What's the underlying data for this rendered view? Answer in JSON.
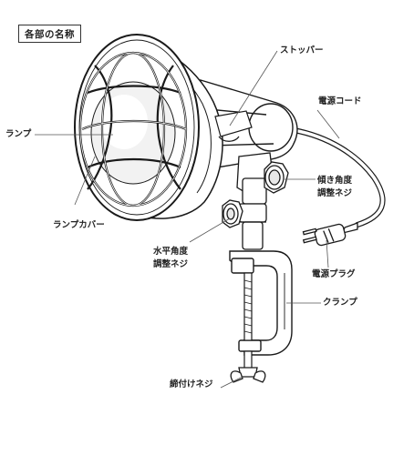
{
  "title": "各部の名称",
  "labels": {
    "stopper": "ストッパー",
    "power_cord": "電源コード",
    "lamp": "ランプ",
    "tilt_angle_line1": "傾き角度",
    "tilt_angle_line2": "調整ネジ",
    "lamp_cover": "ランプカバー",
    "horizontal_angle_line1": "水平角度",
    "horizontal_angle_line2": "調整ネジ",
    "power_plug": "電源プラグ",
    "clamp": "クランプ",
    "tightening_screw": "締付けネジ"
  },
  "colors": {
    "line": "#1a1a1a",
    "leader": "#555555",
    "fill": "#ffffff",
    "shade": "#e8e8e8"
  }
}
